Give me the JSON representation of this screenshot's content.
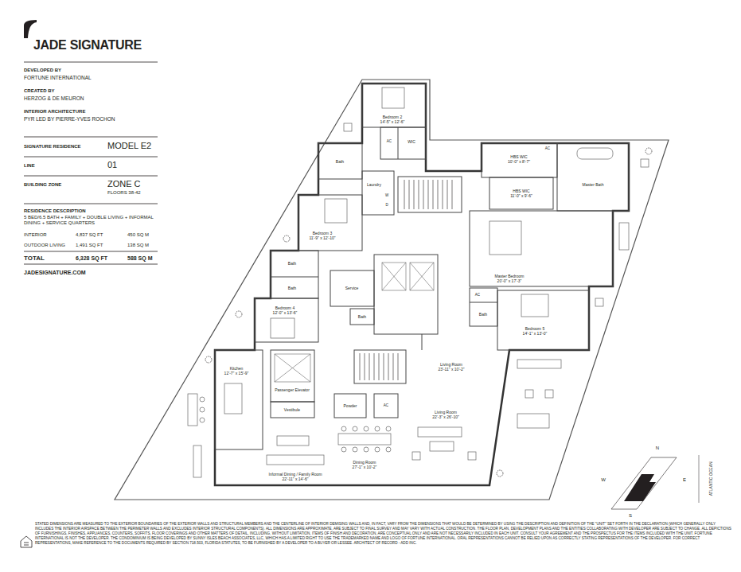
{
  "diagram": {
    "title": "JADE SIGNATURE",
    "caption": "STATED DIMENSIONS ARE MEASURED TO THE EXTERIOR BOUNDARIES OF THE EXTERIOR WALLS AND STRUCTURAL MEMBERS AND THE CENTERLINE OF INTERIOR DEMISING WALLS AND, IN FACT, VARY FROM THE DIMENSIONS THAT WOULD BE DETERMINED BY USING THE DESCRIPTION AND DEFINITION OF THE \"UNIT\" SET FORTH IN THE DECLARATION (WHICH GENERALLY ONLY INCLUDES THE INTERIOR AIRSPACE BETWEEN THE PERIMETER WALLS AND EXCLUDES INTERIOR STRUCTURAL COMPONENTS). ALL DIMENSIONS ARE APPROXIMATE, ARE SUBJECT TO FINAL SURVEY AND MAY VARY WITH ACTUAL CONSTRUCTION. THE FLOOR PLAN, DEVELOPMENT PLANS AND THE ENTITIES COLLABORATING WITH DEVELOPER ARE SUBJECT TO CHANGE. ALL DEPICTIONS OF FURNISHINGS, FINISHES, APPLIANCES, COUNTERS, SOFFITS, FLOOR COVERINGS AND OTHER MATTERS OF DETAIL, INCLUDING, WITHOUT LIMITATION, ITEMS OF FINISH AND DECORATION, ARE CONCEPTUAL ONLY AND ARE NOT NECESSARILY INCLUDED IN EACH UNIT. CONSULT YOUR AGREEMENT AND THE PROSPECTUS FOR THE ITEMS INCLUDED WITH THE UNIT. FORTUNE INTERNATIONAL IS NOT THE DEVELOPER. THE CONDOMINIUM IS BEING DEVELOPED BY SUNNY ISLES BEACH ASSOCIATES, LLC, WHICH HAS A LIMITED RIGHT TO USE THE TRADEMARKED NAME AND LOGO OF FORTUNE INTERNATIONAL. ORAL REPRESENTATIONS CANNOT BE RELIED UPON AS CORRECTLY STATING REPRESENTATIONS OF THE DEVELOPER. FOR CORRECT REPRESENTATIONS, MAKE REFERENCE TO THE DOCUMENTS REQUIRED BY SECTION 718.503, FLORIDA STATUTES, TO BE FURNISHED BY A DEVELOPER TO A BUYER OR LESSEE. ARCHITECT OF RECORD - ADD INC.",
    "nodes": [
      {
        "text": [
          "Bedroom 2",
          "14'-5\" x 12'-6\""
        ]
      },
      {
        "text": [
          "WIC"
        ]
      },
      {
        "text": [
          "Bath"
        ]
      },
      {
        "text": [
          "Laundry"
        ]
      },
      {
        "text": [
          "Bedroom 3",
          "11'-9\" x 12'-10\""
        ]
      },
      {
        "text": [
          "HBS WIC",
          "10'-0\" x 8'-7\""
        ]
      },
      {
        "text": [
          "HBS WIC",
          "11'-0\" x 9'-6\""
        ]
      },
      {
        "text": [
          "Master Bath"
        ]
      },
      {
        "text": [
          "Master Bedroom",
          "20'-0\" x 17'-3\""
        ]
      },
      {
        "text": [
          "Bath"
        ]
      },
      {
        "text": [
          "Bedroom 5",
          "14'-1\" x 13'-0\""
        ]
      },
      {
        "text": [
          "Bath"
        ]
      },
      {
        "text": [
          "Bath"
        ]
      },
      {
        "text": [
          "Bedroom 4",
          "12'-0\" x 13'-6\""
        ]
      },
      {
        "text": [
          "Service"
        ]
      },
      {
        "text": [
          "Bath"
        ]
      },
      {
        "text": [
          "Kitchen",
          "12'-7\" x 15'-9\""
        ]
      },
      {
        "text": [
          "Passenger Elevator"
        ]
      },
      {
        "text": [
          "Vestibule"
        ]
      },
      {
        "text": [
          "Powder"
        ]
      },
      {
        "text": [
          "Living Room",
          "23'-11\" x 10'-2\""
        ]
      },
      {
        "text": [
          "Living Room",
          "22'-3\" x 26'-10\""
        ]
      },
      {
        "text": [
          "Dining Room",
          "27'-1\" x 10'-2\""
        ]
      },
      {
        "text": [
          "Informal Dining / Family Room",
          "22'-11\" x 14'-6\""
        ]
      }
    ],
    "labels": [
      "DEVELOPED BY",
      "FORTUNE INTERNATIONAL",
      "CREATED BY",
      "HERZOG & DE MEURON",
      "INTERIOR ARCHITECTURE",
      "PYR LED BY PIERRE-YVES ROCHON",
      "SIGNATURE RESIDENCE",
      "MODEL E2",
      "LINE",
      "01",
      "BUILDING ZONE",
      "ZONE C",
      "FLOORS 38-42",
      "RESIDENCE DESCRIPTION",
      "5 BED/6.5 BATH + FAMILY + DOUBLE LIVING + INFORMAL DINING + SERVICE QUARTERS",
      "INTERIOR",
      "4,837 SQ FT",
      "450 SQ M",
      "OUTDOOR LIVING",
      "1,491 SQ FT",
      "138 SQ M",
      "TOTAL",
      "6,328 SQ FT",
      "588 SQ M",
      "JADESIGNATURE.COM",
      "AC",
      "W",
      "D",
      "AC",
      "AC",
      "AC",
      "N",
      "S",
      "W",
      "E",
      "ATLANTIC OCEAN"
    ]
  }
}
